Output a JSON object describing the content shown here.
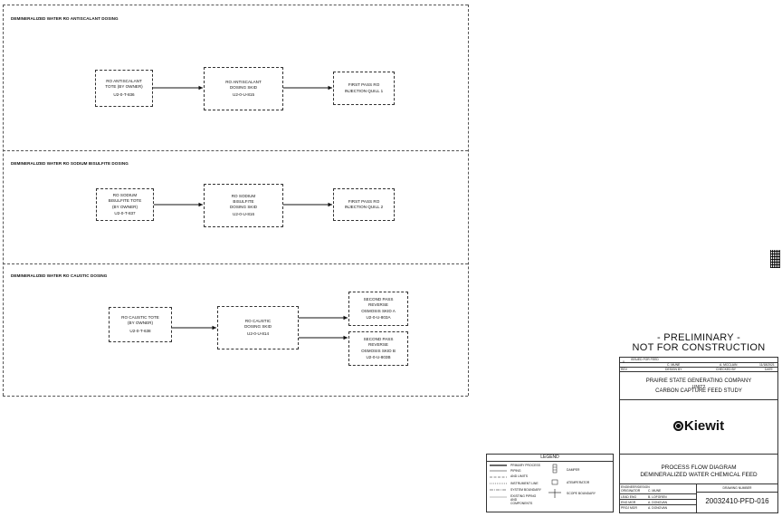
{
  "sections": [
    {
      "title": "DEMINERALIZED WATER RO ANTISCALANT DOSING"
    },
    {
      "title": "DEMINERALIZED WATER RO SODIUM BISULFITE DOSING"
    },
    {
      "title": "DEMINERALIZED WATER RO CAUSTIC DOSING"
    }
  ],
  "boxes": {
    "antiscalant_tote": {
      "lines": [
        "RO ANTISCALANT",
        "TOTE (BY OWNER)"
      ],
      "tag": "U2-0-T-836"
    },
    "antiscalant_skid": {
      "lines": [
        "RO ANTISCALANT",
        "DOSING SKID"
      ],
      "tag": "U2-0-U-815"
    },
    "quill_1": {
      "lines": [
        "FIRST PASS RO",
        "INJECTION QUILL 1"
      ]
    },
    "bisulfite_tote": {
      "lines": [
        "RO SODIUM",
        "BISULFITE TOTE",
        "(BY OWNER)"
      ],
      "tag": "U2-0-T-837"
    },
    "bisulfite_skid": {
      "lines": [
        "RO SODIUM",
        "BISULFITE",
        "DOSING SKID"
      ],
      "tag": "U2-0-U-816"
    },
    "quill_2": {
      "lines": [
        "FIRST PASS RO",
        "INJECTION QUILL 2"
      ]
    },
    "caustic_tote": {
      "lines": [
        "RO CAUSTIC TOTE",
        "(BY OWNER)"
      ],
      "tag": "U2-0-T-638"
    },
    "caustic_skid": {
      "lines": [
        "RO CAUSTIC",
        "DOSING SKID"
      ],
      "tag": "U2-0-U-814"
    },
    "ro_skid_a": {
      "lines": [
        "SECOND PASS",
        "REVERSE",
        "OSMOSIS SKID A"
      ],
      "tag": "U2-0-U-803A"
    },
    "ro_skid_b": {
      "lines": [
        "SECOND PASS",
        "REVERSE",
        "OSMOSIS SKID B"
      ],
      "tag": "U2-0-U-803B"
    }
  },
  "title_block": {
    "preliminary": "- PRELIMINARY -",
    "not_for_construction": "NOT FOR CONSTRUCTION",
    "rev_row": {
      "rev": "0",
      "description": "ISSUED FOR FEED",
      "designer": "C. MUNE",
      "checker": "A. MCCLAIN",
      "date": "11/18/2021"
    },
    "rev_headers": {
      "rev": "REV",
      "design": "DESIGN BY",
      "checked": "CHECKED BY",
      "date": "DATE"
    },
    "client": "PRAIRIE STATE GENERATING COMPANY",
    "unit": "UNIT2",
    "study": "CARBON CAPTURE FEED STUDY",
    "logo_text": "Kiewit",
    "diagram_type": "PROCESS FLOW DIAGRAM",
    "diagram_subject": "DEMINERALIZED WATER CHEMICAL FEED",
    "people": [
      {
        "role": "ENGINEER/DESIGN ORIGINATOR",
        "name": "C. MUNE"
      },
      {
        "role": "LEAD ENG",
        "name": "B. LOFGREN"
      },
      {
        "role": "ENG MGR",
        "name": "A. DONOVAN"
      },
      {
        "role": "PROJ MGR",
        "name": "A. DONOVAN"
      }
    ],
    "drawing_number_label": "DRAWING NUMBER",
    "drawing_number": "20032410-PFD-016"
  },
  "legend": {
    "title": "LEGEND",
    "left": [
      "PRIMARY PROCESS",
      "PIPING",
      "AND LIMITS",
      "INSTRUMENT LINE",
      "SYSTEM BOUNDARY",
      "EXISTING PIPING AND COMPONENTS"
    ],
    "right": [
      "DAMPER",
      "ATEMPERATOR",
      "SCOPE BOUNDARY"
    ]
  }
}
